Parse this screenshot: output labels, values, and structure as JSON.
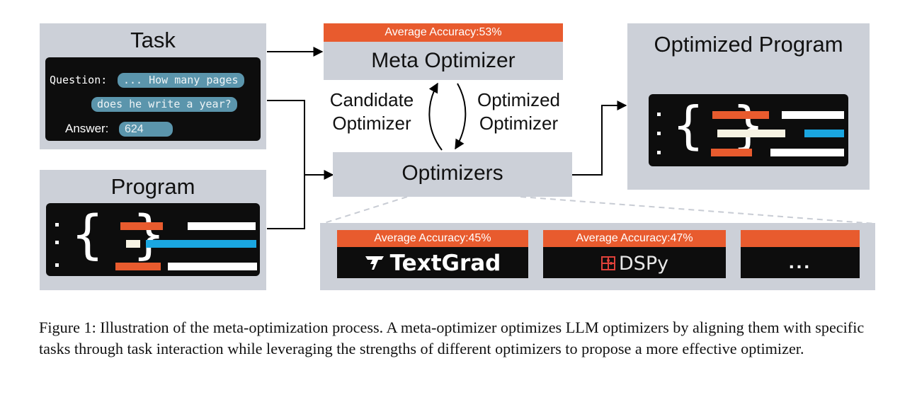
{
  "task": {
    "title": "Task",
    "question_label": "Question:",
    "question_line1": "... How many pages",
    "question_line2": "does he write a year?",
    "answer_label": "Answer:",
    "answer_value": "624"
  },
  "program": {
    "title": "Program"
  },
  "meta_optimizer": {
    "accuracy": "Average Accuracy:53%",
    "title": "Meta Optimizer"
  },
  "edges": {
    "candidate_line1": "Candidate",
    "candidate_line2": "Optimizer",
    "optimized_line1": "Optimized",
    "optimized_line2": "Optimizer"
  },
  "optimizers": {
    "title": "Optimizers"
  },
  "optimized_program": {
    "title": "Optimized Program"
  },
  "optimizer_cards": [
    {
      "accuracy": "Average Accuracy:45%",
      "name": "TextGrad"
    },
    {
      "accuracy": "Average Accuracy:47%",
      "name": "DSPy"
    },
    {
      "accuracy": "",
      "name": "..."
    }
  ],
  "caption": "Figure 1: Illustration of the meta-optimization process. A meta-optimizer optimizes LLM optimizers by aligning them with specific tasks through task interaction while leveraging the strengths of different optimizers to propose a more effective optimizer.",
  "colors": {
    "box_gray": "#ccd0d8",
    "panel_black": "#0d0d0d",
    "accent_orange": "#e85b2e",
    "accent_blue": "#1aa6e0",
    "pill_teal": "#5b95ac",
    "cream": "#f7f3e3"
  }
}
